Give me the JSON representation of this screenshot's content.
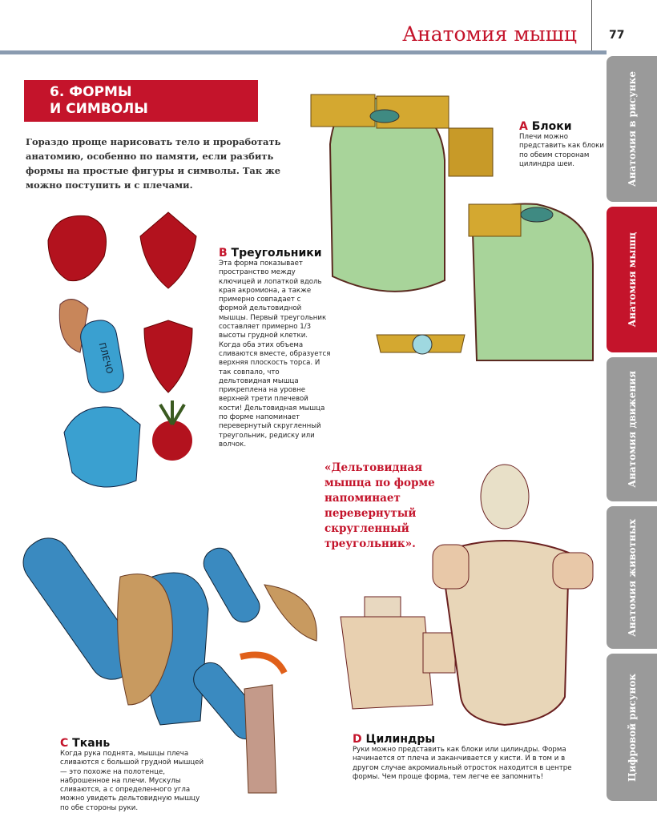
{
  "header": {
    "title": "Анатомия мышц",
    "page_number": "77"
  },
  "side_tabs": [
    {
      "label": "Анатомия в рисунке",
      "active": false
    },
    {
      "label": "Анатомия мышц",
      "active": true
    },
    {
      "label": "Анатомия движения",
      "active": false
    },
    {
      "label": "Анатомия животных",
      "active": false
    },
    {
      "label": "Цифровой рисунок",
      "active": false
    }
  ],
  "section": {
    "line1": "6. ФОРМЫ",
    "line2": "И СИМВОЛЫ"
  },
  "intro": "Гораздо проще нарисовать тело и проработать анатомию, особенно по памяти, если разбить формы на простые фигуры и символы. Так же можно поступить и с плечами.",
  "captions": {
    "a": {
      "letter": "A",
      "title": "Блоки",
      "text": "Плечи можно представить как блоки по обеим сторонам цилиндра шеи."
    },
    "b": {
      "letter": "B",
      "title": "Треугольники",
      "text": "Эта форма показывает пространство между ключицей и лопаткой вдоль края акромиона, а также примерно совпадает с формой дельтовидной мышцы. Первый треугольник составляет примерно 1/3 высоты грудной клетки. Когда оба этих объема сливаются вместе, образуется верхняя плоскость торса. И так совпало, что дельтовидная мышца прикреплена на уровне верхней трети плечевой кости! Дельтовидная мышца по форме напоминает перевернутый скругленный треугольник, редиску или волчок."
    },
    "c": {
      "letter": "C",
      "title": "Ткань",
      "text": "Когда рука поднята, мышцы плеча сливаются с большой грудной мышцей — это похоже на полотенце, наброшенное на плечи. Мускулы сливаются, а с определенного угла можно увидеть дельтовидную мышцу по обе стороны руки."
    },
    "d": {
      "letter": "D",
      "title": "Цилиндры",
      "text": "Руки можно представить как блоки или цилиндры. Форма начинается от плеча и заканчивается у кисти. И в том и в другом случае акромиальный отросток находится в центре формы. Чем проще форма, тем легче ее запомнить!"
    }
  },
  "quote": "«Дельтовидная мышца по форме напоминает перевернутый скругленный треугольник».",
  "illustration_label": "ПЛЕЧО",
  "colors": {
    "accent": "#c4142b",
    "tab_gray": "#9a9a9a",
    "rule": "#8a9bb0"
  }
}
